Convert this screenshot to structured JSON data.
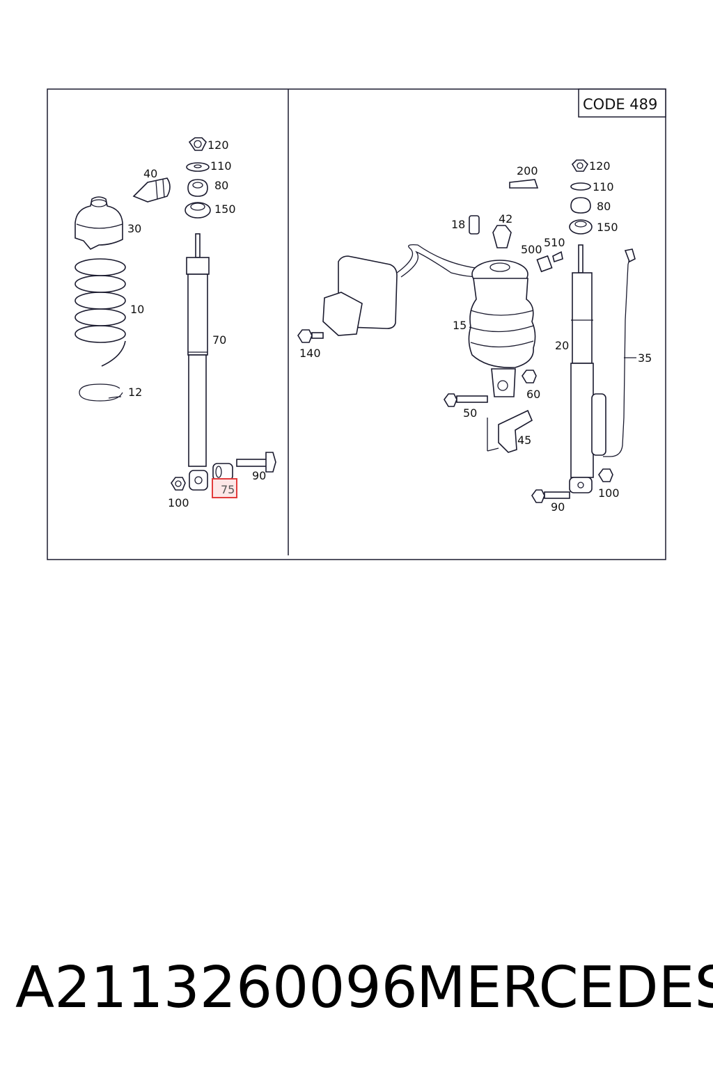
{
  "footer": {
    "part_number": "A2113260096",
    "brand": "MERCEDES"
  },
  "diagram": {
    "code_box": "CODE 489",
    "left_panel": {
      "labels": [
        "120",
        "110",
        "80",
        "150",
        "40",
        "30",
        "10",
        "12",
        "70",
        "90",
        "75",
        "100"
      ],
      "highlighted": "75"
    },
    "right_panel": {
      "labels": [
        "200",
        "120",
        "110",
        "80",
        "150",
        "18",
        "42",
        "500",
        "510",
        "15",
        "20",
        "35",
        "140",
        "60",
        "50",
        "45",
        "100",
        "90"
      ]
    }
  }
}
